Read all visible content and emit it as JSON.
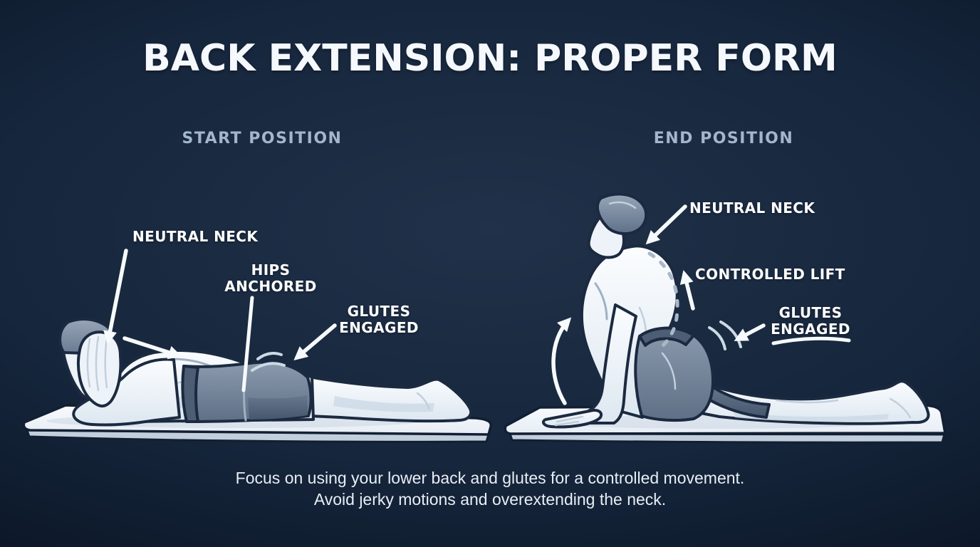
{
  "title": "BACK EXTENSION: PROPER FORM",
  "sections": {
    "start": {
      "heading": "START POSITION",
      "labels": {
        "neutral_neck": "NEUTRAL NECK",
        "hips_anchored": "HIPS\nANCHORED",
        "glutes_engaged": "GLUTES\nENGAGED"
      }
    },
    "end": {
      "heading": "END POSITION",
      "labels": {
        "neutral_neck": "NEUTRAL NECK",
        "controlled_lift": "CONTROLLED LIFT",
        "glutes_engaged": "GLUTES\nENGAGED"
      }
    }
  },
  "footer": {
    "line1": "Focus on using your lower back and glutes for a controlled movement.",
    "line2": "Avoid jerky motions and overextending the neck.",
    "title_text": "#f5f8fc"
  },
  "colors": {
    "background_center": "#203149",
    "background_edge": "#081220",
    "title_text": "#f5f8fc",
    "heading_text": "#a3b7cb",
    "label_text": "#ffffff",
    "footer_text": "#e8eef5",
    "figure_body": "#f3f7fb",
    "figure_outline": "#1b2a40",
    "shorts_and_hair": "#6e7e93",
    "mat": "#f4f8fc",
    "arrow": "#f7fafc"
  }
}
